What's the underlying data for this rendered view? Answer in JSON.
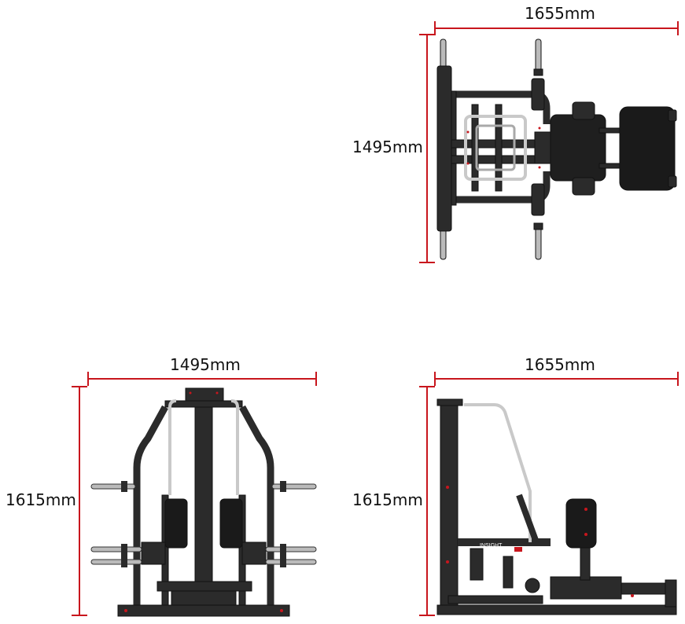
{
  "views": {
    "top": {
      "width_label": "1655mm",
      "depth_label": "1495mm"
    },
    "front": {
      "width_label": "1495mm",
      "height_label": "1615mm"
    },
    "side": {
      "depth_label": "1655mm",
      "height_label": "1615mm"
    }
  },
  "brand": "INSIGHT",
  "colors": {
    "dimension_line": "#c8161d",
    "frame": "#2b2b2b",
    "chrome": "#c9c9c9",
    "pad": "#1a1a1a"
  }
}
